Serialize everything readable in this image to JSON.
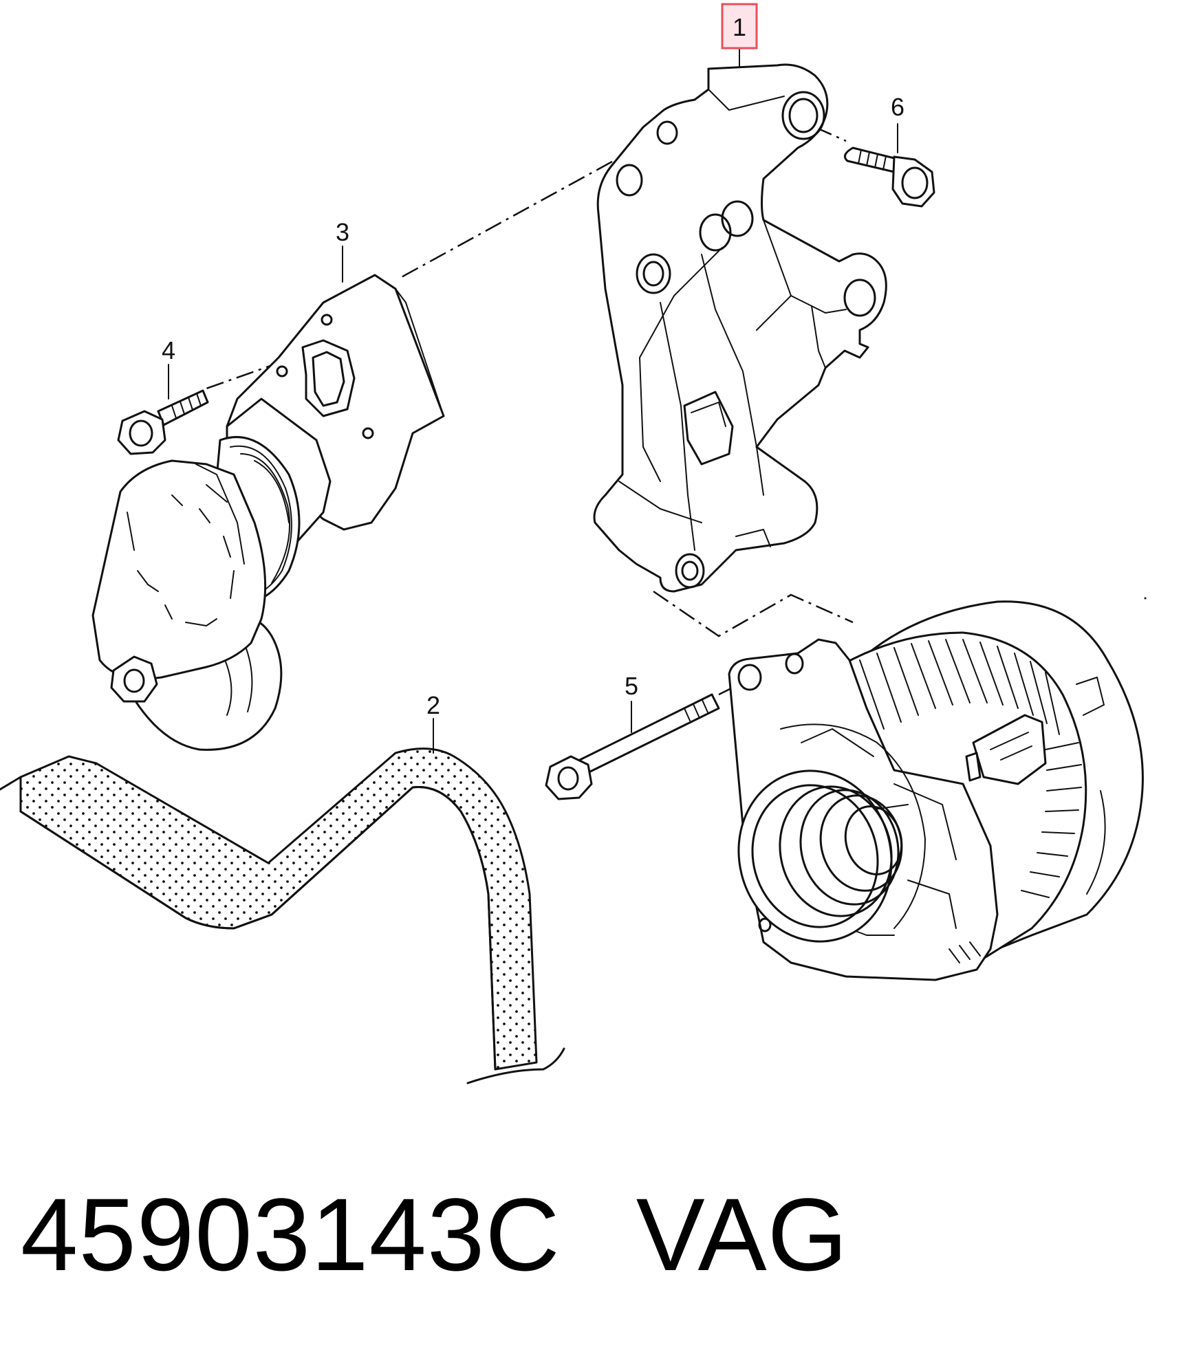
{
  "callouts": {
    "c1": "1",
    "c2": "2",
    "c3": "3",
    "c4": "4",
    "c5": "5",
    "c6": "6"
  },
  "highlight_color": "#e8505b",
  "highlight_fill": "#fde4ea",
  "caption": {
    "part_number": "45903143C",
    "brand": "VAG"
  }
}
